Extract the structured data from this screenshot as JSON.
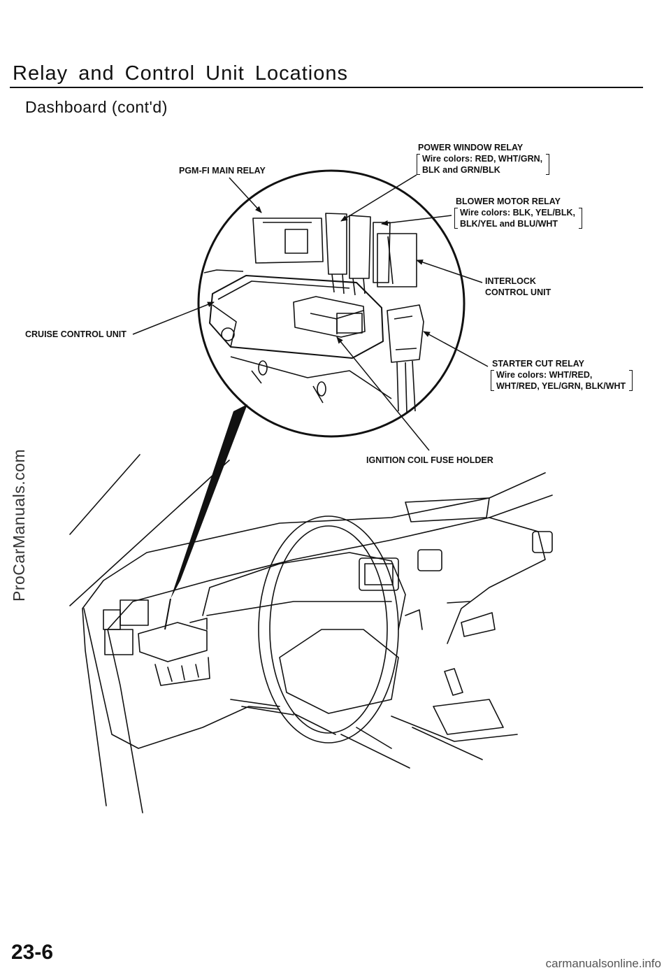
{
  "header": {
    "title": "Relay and Control Unit Locations",
    "subtitle": "Dashboard (cont'd)"
  },
  "labels": {
    "power_window_relay": "POWER WINDOW RELAY",
    "power_window_wires": [
      "Wire colors: RED, WHT/GRN,",
      "BLK and GRN/BLK"
    ],
    "pgm_fi_main_relay": "PGM-FI MAIN RELAY",
    "blower_motor_relay": "BLOWER MOTOR RELAY",
    "blower_motor_wires": [
      "Wire colors: BLK, YEL/BLK,",
      "BLK/YEL and BLU/WHT"
    ],
    "interlock_control_unit": [
      "INTERLOCK",
      "CONTROL UNIT"
    ],
    "cruise_control_unit": "CRUISE CONTROL UNIT",
    "starter_cut_relay": "STARTER CUT RELAY",
    "starter_cut_wires": [
      "Wire colors: WHT/RED,",
      "WHT/RED, YEL/GRN, BLK/WHT"
    ],
    "ignition_coil_fuse_holder": "IGNITION COIL FUSE HOLDER"
  },
  "watermark": "ProCarManuals.com",
  "page_number": "23-6",
  "footer": "carmanualsonline.info"
}
